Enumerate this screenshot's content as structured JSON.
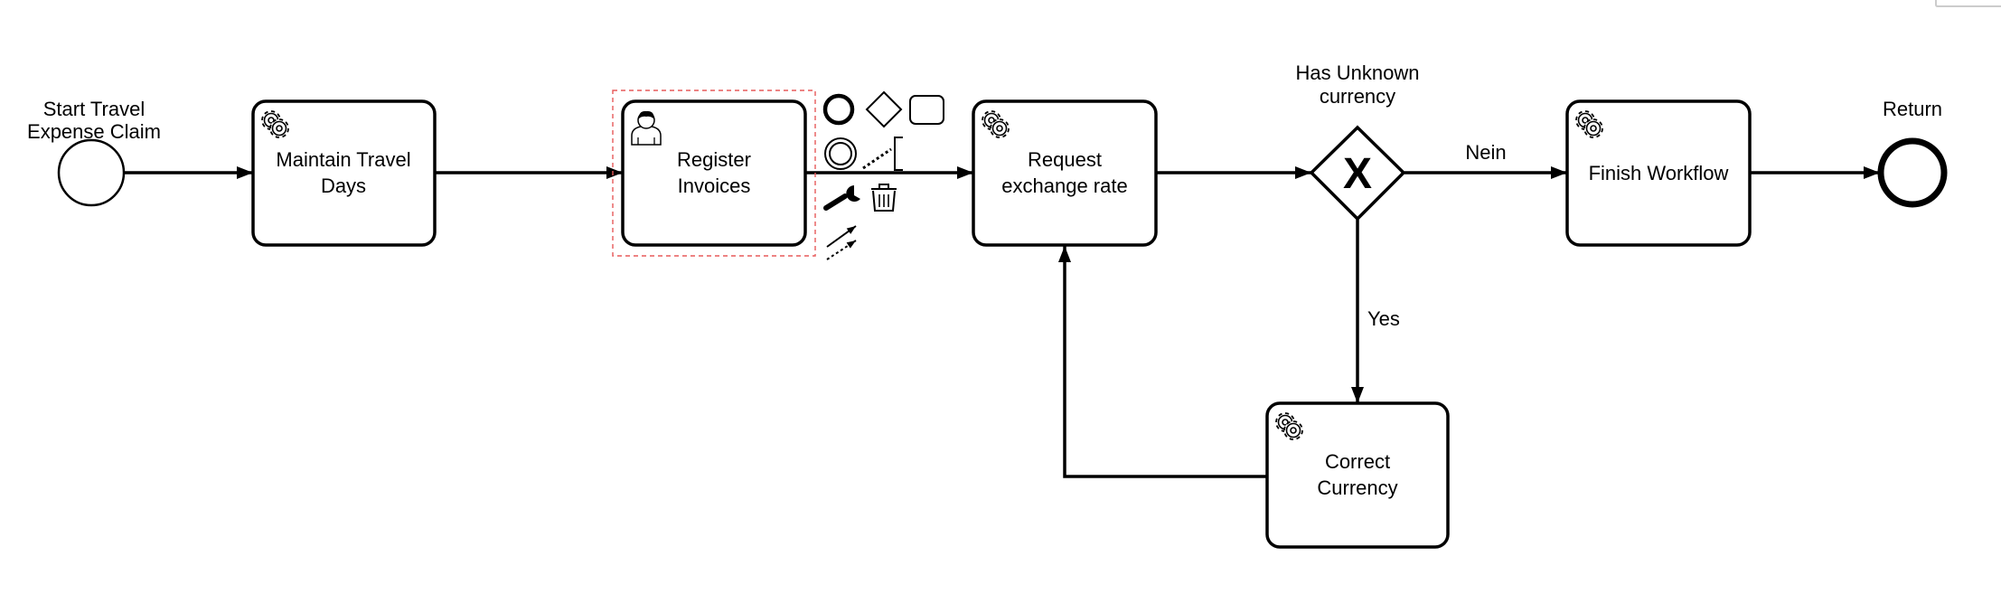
{
  "diagram": {
    "colors": {
      "stroke": "#000000",
      "fill": "#ffffff",
      "selection": "#e75a5a",
      "scrollbar": "#cccccc"
    },
    "start_event": {
      "label_line1": "Start Travel",
      "label_line2": "Expense Claim"
    },
    "tasks": {
      "maintain_travel_days": {
        "line1": "Maintain Travel",
        "line2": "Days",
        "icon": "gear-icon"
      },
      "register_invoices": {
        "line1": "Register",
        "line2": "Invoices",
        "icon": "user-icon"
      },
      "request_exchange_rate": {
        "line1": "Request",
        "line2": "exchange rate",
        "icon": "gear-icon"
      },
      "finish_workflow": {
        "line1": "Finish Workflow",
        "icon": "gear-icon"
      },
      "correct_currency": {
        "line1": "Correct",
        "line2": "Currency",
        "icon": "gear-icon"
      }
    },
    "gateway": {
      "label_line1": "Has Unknown",
      "label_line2": "currency",
      "marker": "X"
    },
    "flow_labels": {
      "no": "Nein",
      "yes": "Yes"
    },
    "end_event": {
      "label": "Return"
    },
    "context_pad": {
      "items": [
        "end-event-icon",
        "gateway-icon",
        "task-icon",
        "intermediate-event-icon",
        "text-annotation-icon",
        "change-type-icon",
        "delete-icon",
        "connect-icon",
        "association-icon"
      ]
    }
  }
}
